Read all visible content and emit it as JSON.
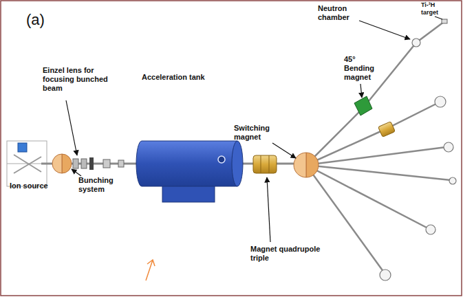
{
  "diagram": {
    "labels": [
      "(a)",
      "Einzel lens for focusing bunched beam",
      "Acceleration tank",
      "Ion source",
      "Bunching system",
      "Magnet quadrupole triple",
      "Switching magnet",
      "45° Bending magnet",
      "Neutron chamber",
      "Ti-³H target"
    ]
  }
}
